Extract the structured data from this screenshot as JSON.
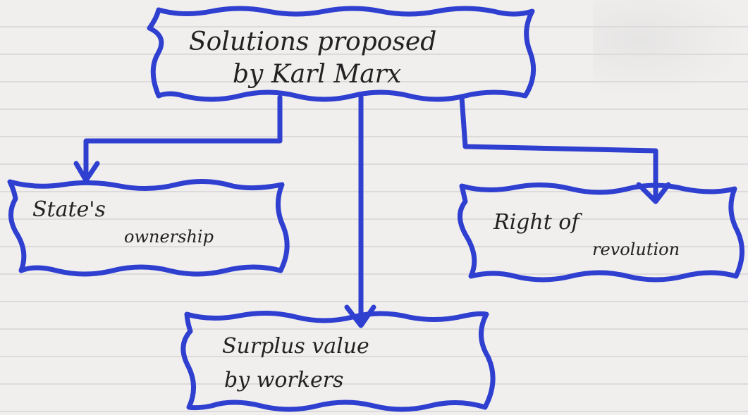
{
  "diagram": {
    "root": {
      "line1": "Solutions proposed",
      "line2": "by Karl Marx"
    },
    "nodes": [
      {
        "id": "state-ownership",
        "line1": "State's",
        "line2": "ownership"
      },
      {
        "id": "surplus-value",
        "line1": "Surplus value",
        "line2": "by workers"
      },
      {
        "id": "right-of-revolution",
        "line1": "Right of",
        "line2": "revolution"
      }
    ]
  },
  "colors": {
    "ink": "#2f3fd0",
    "text": "#222222",
    "paper": "#f1efee",
    "rule": "#d9d6d6"
  }
}
